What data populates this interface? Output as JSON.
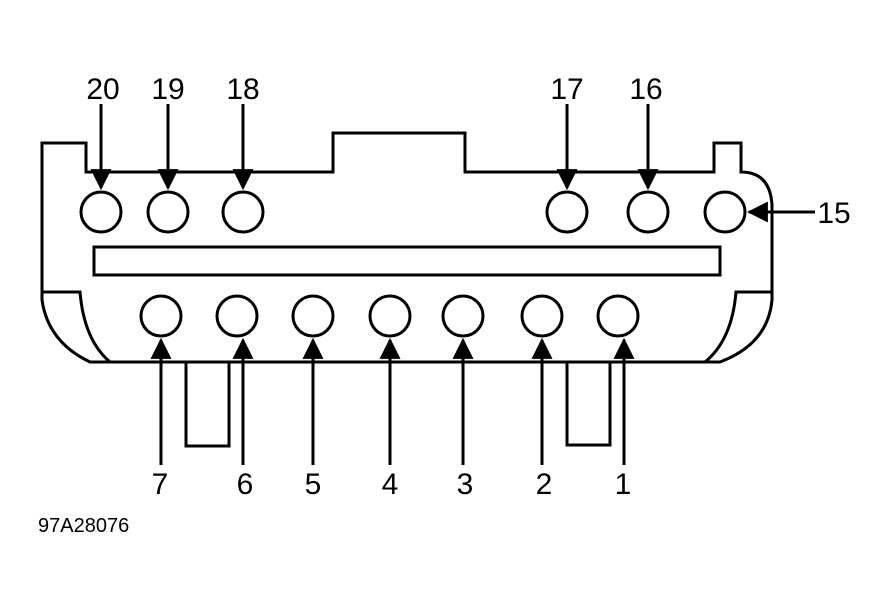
{
  "diagram": {
    "figure_id": "97A28076",
    "top_pins": [
      {
        "label": "20"
      },
      {
        "label": "19"
      },
      {
        "label": "18"
      },
      {
        "label": "17"
      },
      {
        "label": "16"
      },
      {
        "label": "15"
      }
    ],
    "bottom_pins": [
      {
        "label": "7"
      },
      {
        "label": "6"
      },
      {
        "label": "5"
      },
      {
        "label": "4"
      },
      {
        "label": "3"
      },
      {
        "label": "2"
      },
      {
        "label": "1"
      }
    ]
  }
}
